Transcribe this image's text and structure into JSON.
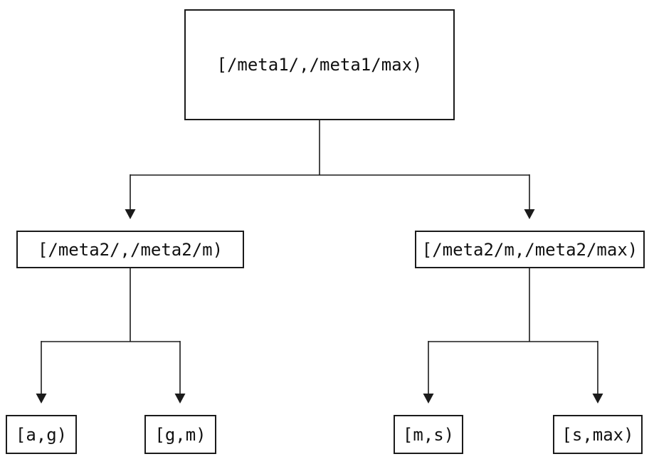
{
  "diagram": {
    "type": "tree",
    "background_color": "#ffffff",
    "line_color": "#1b1b1b",
    "text_color": "#111111",
    "nodes": {
      "root": {
        "label": "[/meta1/,/meta1/max)",
        "level": 1
      },
      "left_child": {
        "label": "[/meta2/,/meta2/m)",
        "level": 2
      },
      "right_child": {
        "label": "[/meta2/m,/meta2/max)",
        "level": 2
      },
      "leaf_a_g": {
        "label": "[a,g)",
        "level": 3
      },
      "leaf_g_m": {
        "label": "[g,m)",
        "level": 3
      },
      "leaf_m_s": {
        "label": "[m,s)",
        "level": 3
      },
      "leaf_s_max": {
        "label": "[s,max)",
        "level": 3
      }
    },
    "edges": [
      {
        "from": "root",
        "to": "left_child",
        "arrow": "down"
      },
      {
        "from": "root",
        "to": "right_child",
        "arrow": "down"
      },
      {
        "from": "left_child",
        "to": "leaf_a_g",
        "arrow": "down"
      },
      {
        "from": "left_child",
        "to": "leaf_g_m",
        "arrow": "down"
      },
      {
        "from": "right_child",
        "to": "leaf_m_s",
        "arrow": "down"
      },
      {
        "from": "right_child",
        "to": "leaf_s_max",
        "arrow": "down"
      }
    ]
  }
}
